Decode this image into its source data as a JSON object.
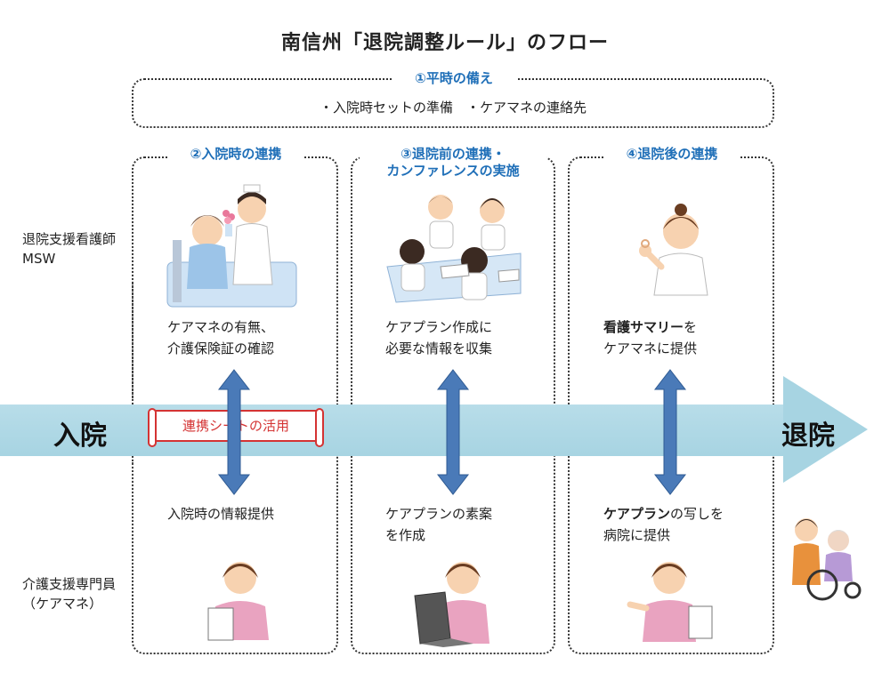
{
  "title": "南信州「退院調整ルール」のフロー",
  "phase1": {
    "heading": "①平時の備え",
    "text": "・入院時セットの準備　・ケアマネの連絡先"
  },
  "columns": [
    {
      "heading": "②入院時の連携",
      "top_line1": "ケアマネの有無、",
      "top_line2": "介護保険証の確認",
      "bottom_line1": "入院時の情報提供",
      "bottom_line2": ""
    },
    {
      "heading_line1": "③退院前の連携・",
      "heading_line2": "カンファレンスの実施",
      "top_line1": "ケアプラン作成に",
      "top_line2": "必要な情報を収集",
      "bottom_line1": "ケアプランの素案",
      "bottom_line2": "を作成"
    },
    {
      "heading": "④退院後の連携",
      "top_bold": "看護サマリー",
      "top_rest1": "を",
      "top_line2": "ケアマネに提供",
      "bottom_bold": "ケアプラン",
      "bottom_rest1": "の写しを",
      "bottom_line2": "病院に提供"
    }
  ],
  "roles": {
    "hospital_line1": "退院支援看護師",
    "hospital_line2": "MSW",
    "care_line1": "介護支援専門員",
    "care_line2": "（ケアマネ）"
  },
  "timeline": {
    "start": "入院",
    "end": "退院",
    "sheet": "連携シートの活用"
  },
  "colors": {
    "heading_blue": "#1f6fb8",
    "timeline": "#a7d4e2",
    "arrow_blue": "#4a7ab8",
    "sheet_red": "#d43333"
  }
}
